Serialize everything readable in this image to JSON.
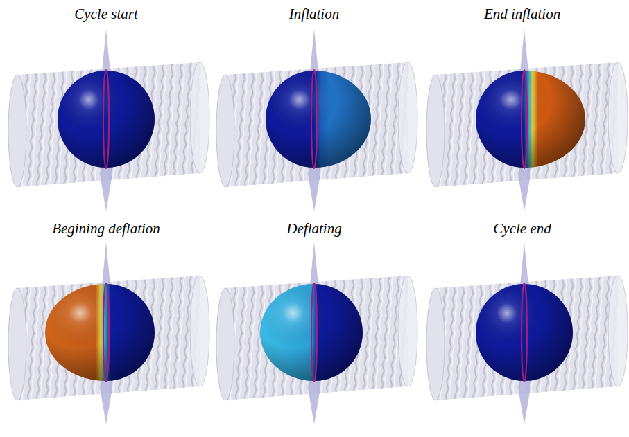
{
  "diagram": {
    "labels": [
      "Cycle start",
      "Inflation",
      "End inflation",
      "Begining deflation",
      "Deflating",
      "Cycle end"
    ]
  }
}
